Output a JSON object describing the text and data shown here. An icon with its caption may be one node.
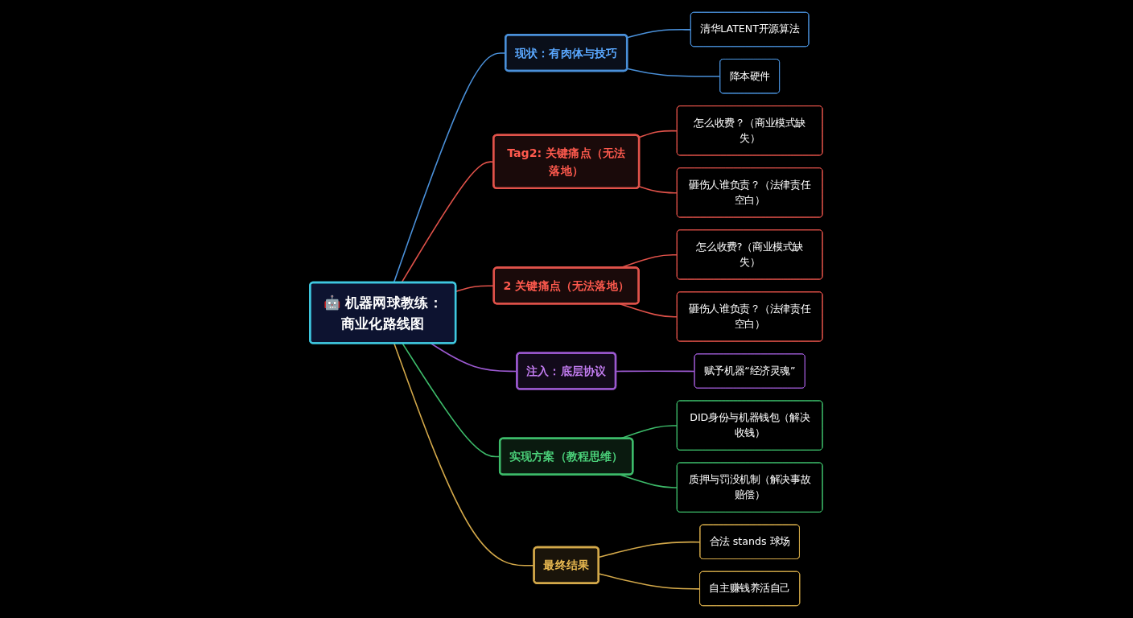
{
  "diagram": {
    "nodes": [
      {
        "text": [
          "🤖 机器网球教练：商业化路线图"
        ]
      },
      {
        "text": [
          "现状：有肉体与技巧"
        ]
      },
      {
        "text": [
          "清华LATENT开源算法"
        ]
      },
      {
        "text": [
          "降本硬件"
        ]
      },
      {
        "text": [
          "Tag2: 关键痛点（无法落地）"
        ]
      },
      {
        "text": [
          "怎么收费？（商业模式缺失）"
        ]
      },
      {
        "text": [
          "砸伤人谁负责？（法律责任空白）"
        ]
      },
      {
        "text": [
          "2 关键痛点（无法落地）"
        ]
      },
      {
        "text": [
          "怎么收费?（商业模式缺失）"
        ]
      },
      {
        "text": [
          "砸伤人谁负责？（法律责任空白）"
        ]
      },
      {
        "text": [
          "注入：底层协议"
        ]
      },
      {
        "text": [
          "赋予机器“经济灵魂”"
        ]
      },
      {
        "text": [
          "实现方案（教程思维）"
        ]
      },
      {
        "text": [
          "DID身份与机器钱包（解决收钱）"
        ]
      },
      {
        "text": [
          "质押与罚没机制（解决事故赔偿）"
        ]
      },
      {
        "text": [
          "最终结果"
        ]
      },
      {
        "text": [
          "合法 stands 球场"
        ]
      },
      {
        "text": [
          "自主赚钱养活自己"
        ]
      }
    ],
    "edges": [
      {
        "from": 0,
        "to": 1,
        "arrow": "none",
        "color": "#4a90d9"
      },
      {
        "from": 1,
        "to": 2,
        "arrow": "none",
        "color": "#4a90d9"
      },
      {
        "from": 1,
        "to": 3,
        "arrow": "none",
        "color": "#4a90d9"
      },
      {
        "from": 0,
        "to": 4,
        "arrow": "none",
        "color": "#e0524a"
      },
      {
        "from": 4,
        "to": 5,
        "arrow": "none",
        "color": "#e0524a"
      },
      {
        "from": 4,
        "to": 6,
        "arrow": "none",
        "color": "#e0524a"
      },
      {
        "from": 0,
        "to": 7,
        "arrow": "none",
        "color": "#e0524a"
      },
      {
        "from": 7,
        "to": 8,
        "arrow": "none",
        "color": "#e0524a"
      },
      {
        "from": 7,
        "to": 9,
        "arrow": "none",
        "color": "#e0524a"
      },
      {
        "from": 0,
        "to": 10,
        "arrow": "none",
        "color": "#9b59d0"
      },
      {
        "from": 10,
        "to": 11,
        "arrow": "none",
        "color": "#9b59d0"
      },
      {
        "from": 0,
        "to": 12,
        "arrow": "none",
        "color": "#3dbb6a"
      },
      {
        "from": 12,
        "to": 13,
        "arrow": "none",
        "color": "#3dbb6a"
      },
      {
        "from": 12,
        "to": 14,
        "arrow": "none",
        "color": "#3dbb6a"
      },
      {
        "from": 0,
        "to": 15,
        "arrow": "none",
        "color": "#d4a94a"
      },
      {
        "from": 15,
        "to": 16,
        "arrow": "none",
        "color": "#d4a94a"
      },
      {
        "from": 15,
        "to": 17,
        "arrow": "none",
        "color": "#d4a94a"
      }
    ]
  }
}
